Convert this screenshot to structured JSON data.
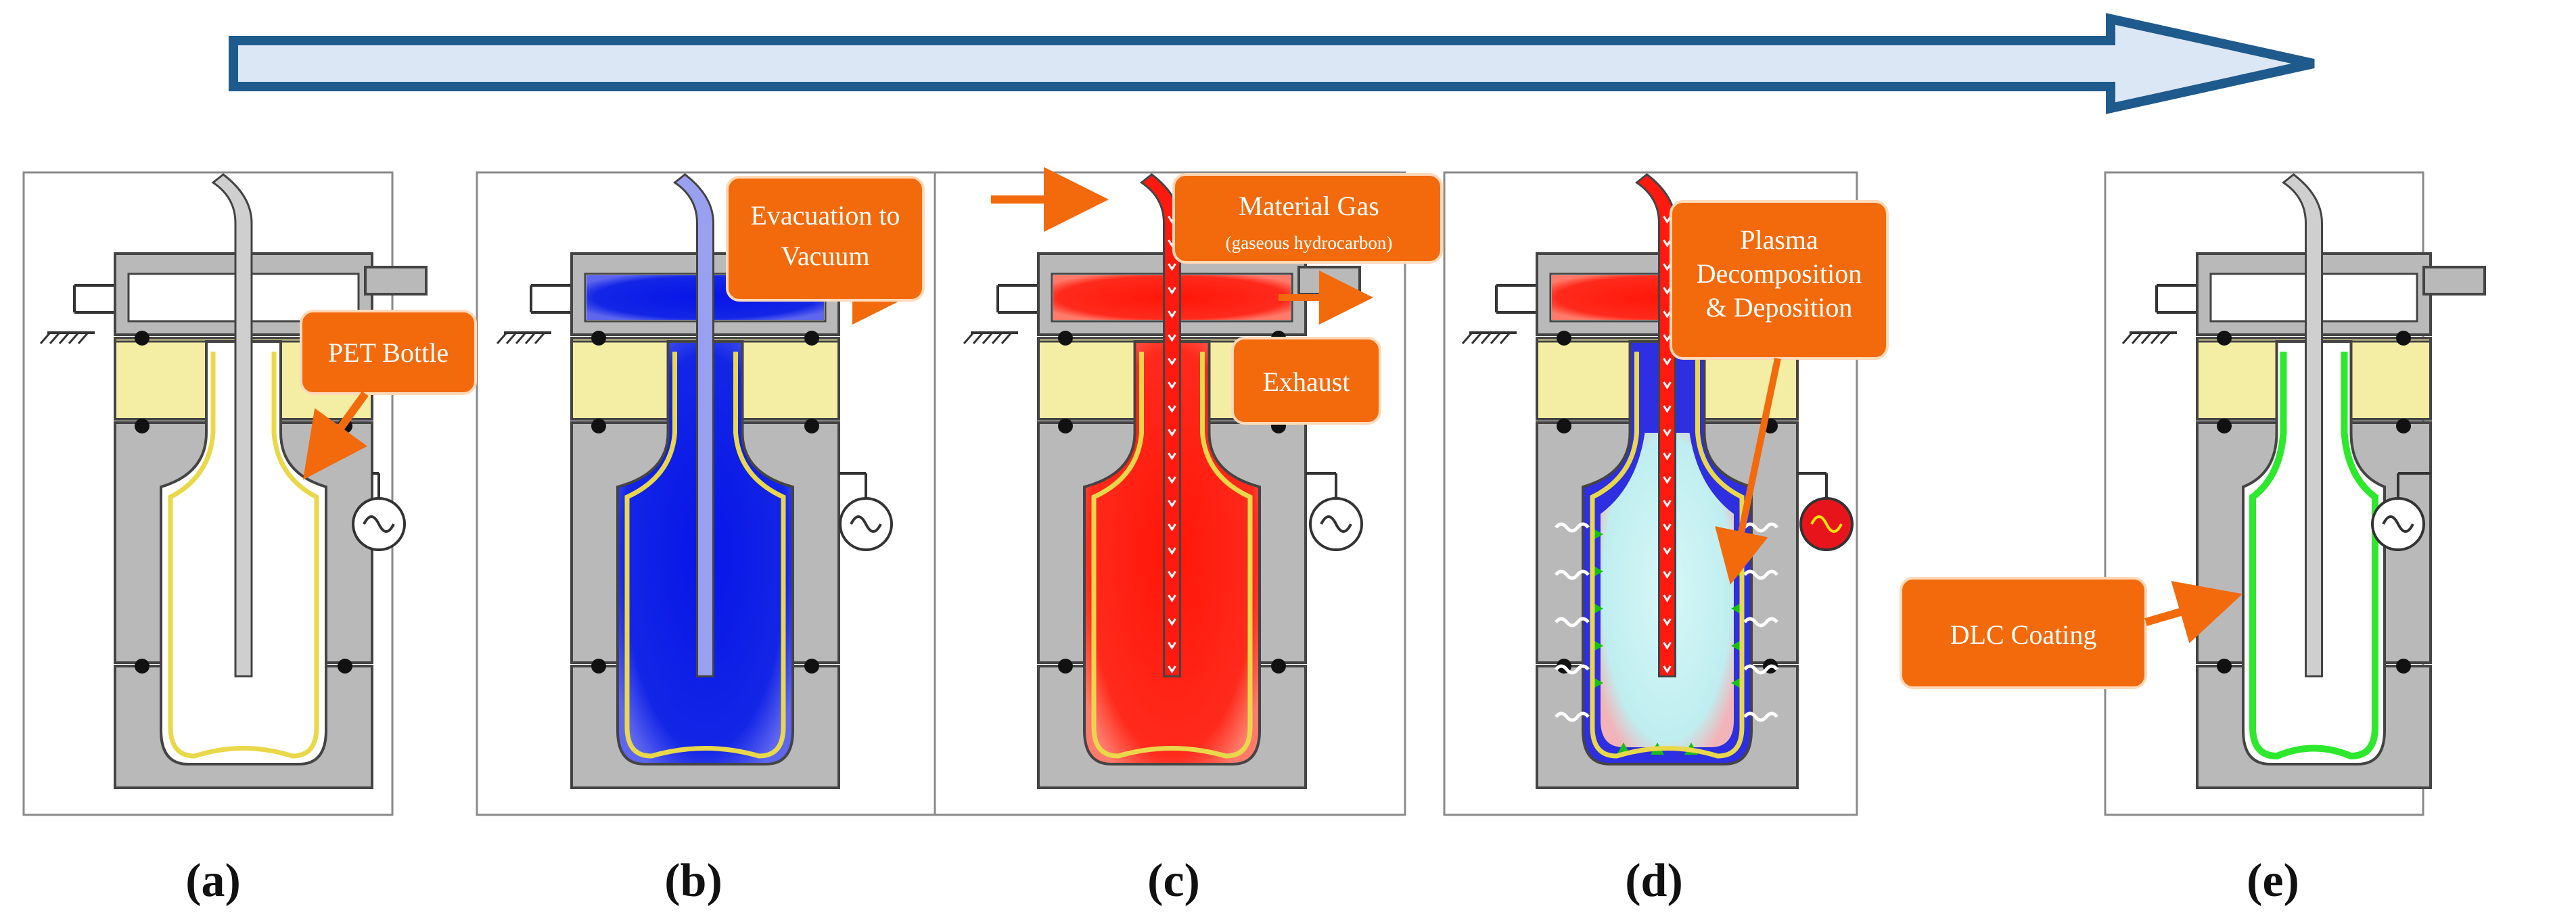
{
  "figure": {
    "panels": [
      {
        "id": "a",
        "label": "(a)"
      },
      {
        "id": "b",
        "label": "(b)"
      },
      {
        "id": "c",
        "label": "(c)"
      },
      {
        "id": "d",
        "label": "(d)"
      },
      {
        "id": "e",
        "label": "(e)"
      }
    ],
    "callouts": {
      "pet_bottle": "PET Bottle",
      "evacuation_line1": "Evacuation to",
      "evacuation_line2": "Vacuum",
      "material_gas": "Material Gas",
      "material_gas_sub": "(gaseous hydrocarbon)",
      "exhaust": "Exhaust",
      "plasma_line1": "Plasma",
      "plasma_line2": "Decomposition",
      "plasma_line3": "& Deposition",
      "dlc_coating": "DLC Coating"
    },
    "colors": {
      "chamber_gray": "#b9b9b9",
      "insulator_yellow": "#f4eda4",
      "vacuum_blue": "#0a18e6",
      "gas_red": "#ff1a10",
      "plasma_cyan": "#c2f2f2",
      "dlc_green": "#2ee82e",
      "callout_orange": "#f26a0c",
      "process_arrow_fill": "#dbe7f5",
      "process_arrow_stroke": "#1f5a8c"
    }
  }
}
